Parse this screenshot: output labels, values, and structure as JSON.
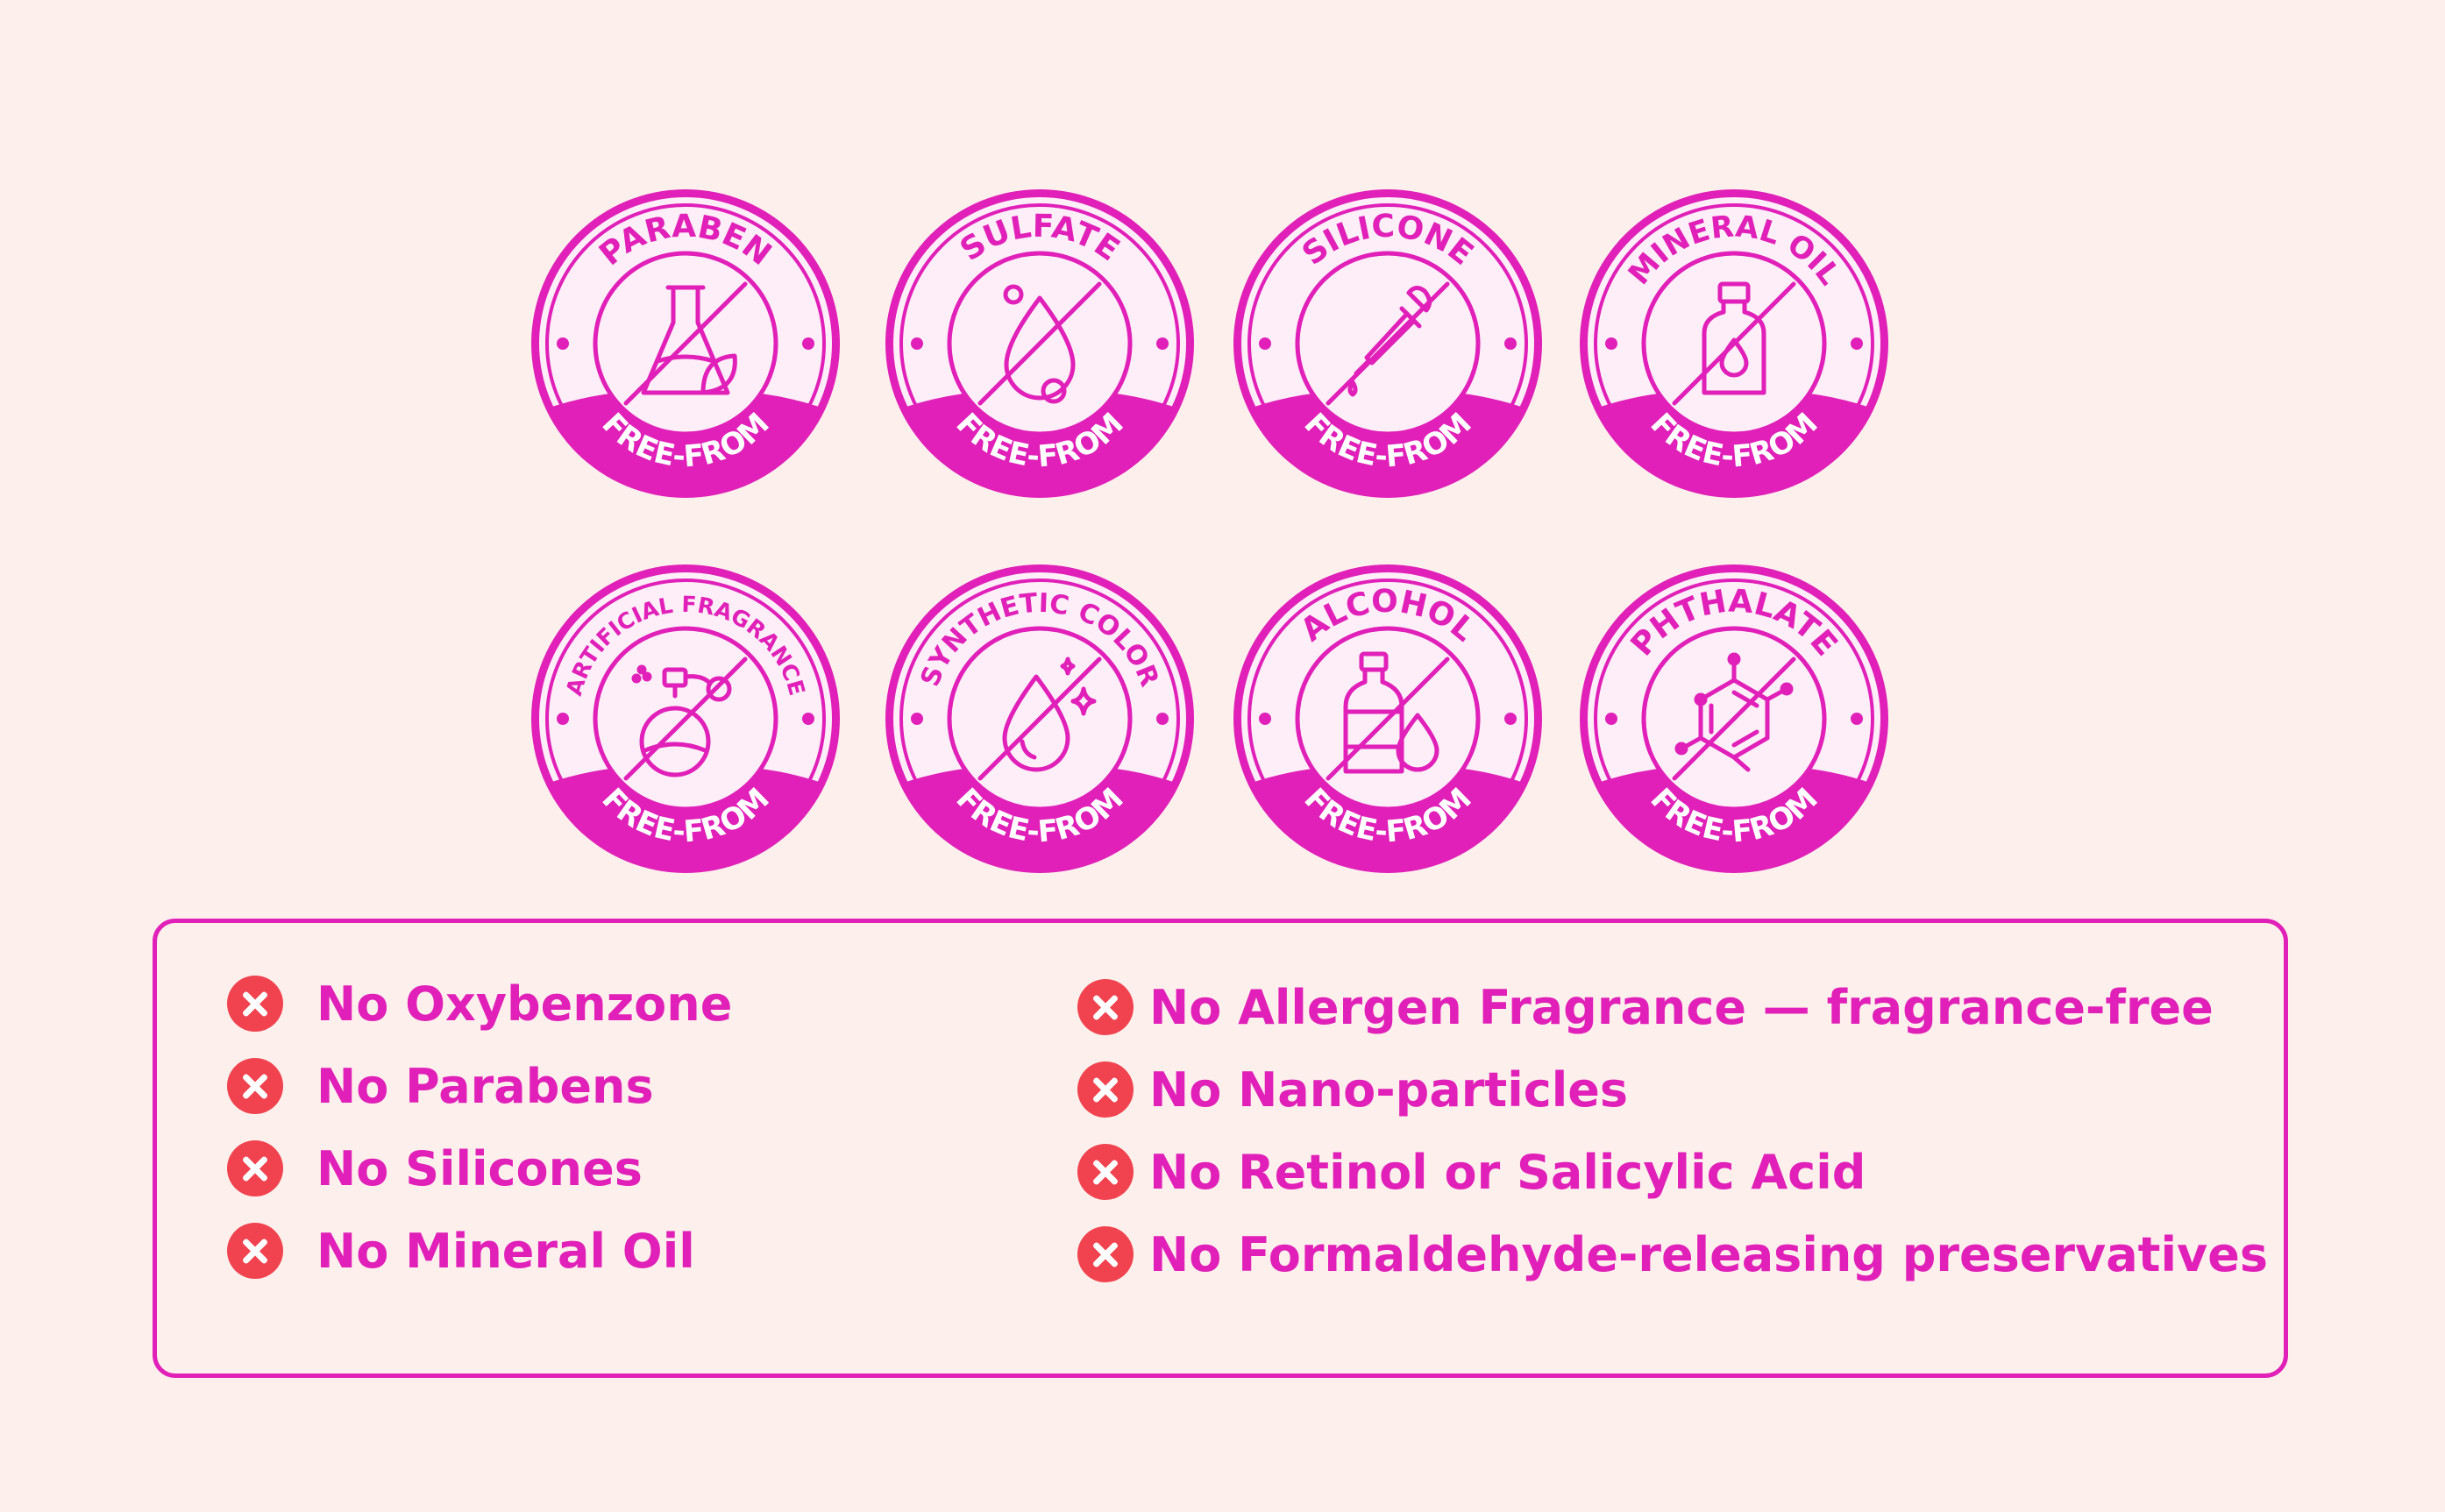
{
  "colors": {
    "brand": "#e020b8",
    "background": "#fdf0ec",
    "badge_fill": "#fdeef8",
    "cross": "#f0434f"
  },
  "badges": [
    {
      "title": "PARABEN",
      "band": "FREE-FROM",
      "icon": "flask-leaf-icon"
    },
    {
      "title": "SULFATE",
      "band": "FREE-FROM",
      "icon": "droplet-bubbles-icon"
    },
    {
      "title": "SILICONE",
      "band": "FREE-FROM",
      "icon": "dropper-icon"
    },
    {
      "title": "MINERAL OIL",
      "band": "FREE-FROM",
      "icon": "oil-bottle-icon"
    },
    {
      "title": "ARTIFICIAL FRAGRANCE",
      "band": "FREE-FROM",
      "icon": "perfume-bottle-icon"
    },
    {
      "title": "SYNTHETIC COLOR",
      "band": "FREE-FROM",
      "icon": "droplet-sparkle-icon"
    },
    {
      "title": "ALCOHOL",
      "band": "FREE-FROM",
      "icon": "alcohol-bottle-icon"
    },
    {
      "title": "PHTHALATE",
      "band": "FREE-FROM",
      "icon": "benzene-molecule-icon"
    }
  ],
  "claims": {
    "left": [
      "No Oxybenzone",
      "No Parabens",
      "No Silicones",
      "No Mineral Oil"
    ],
    "right": [
      "No Allergen Fragrance — fragrance-free",
      "No Nano-particles",
      "No Retinol or Salicylic Acid",
      "No Formaldehyde-releasing preservatives"
    ]
  }
}
